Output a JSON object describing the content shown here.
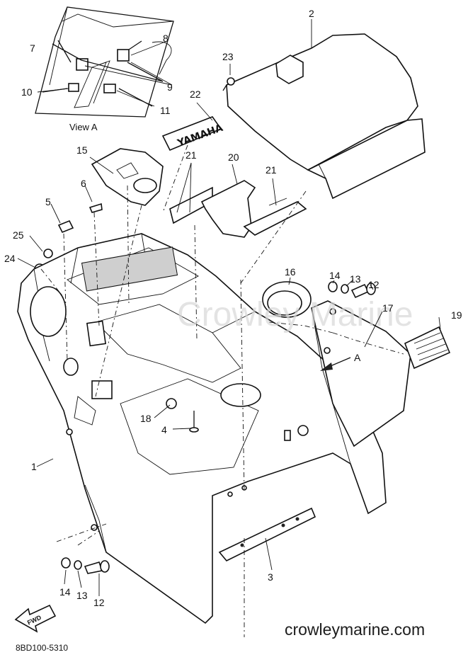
{
  "diagram": {
    "view_label": "View A",
    "arrow_label": "A",
    "fwd_label": "FWD",
    "decal_text": "YAMAHA",
    "watermark": "Crowley Marine",
    "site": "crowleymarine.com",
    "drawing_code": "8BD100-5310",
    "callouts": [
      "2",
      "8",
      "7",
      "9",
      "23",
      "10",
      "11",
      "22",
      "15",
      "21",
      "20",
      "21",
      "6",
      "5",
      "25",
      "24",
      "16",
      "14",
      "13",
      "12",
      "17",
      "19",
      "18",
      "4",
      "1",
      "3",
      "14",
      "13",
      "12"
    ]
  }
}
